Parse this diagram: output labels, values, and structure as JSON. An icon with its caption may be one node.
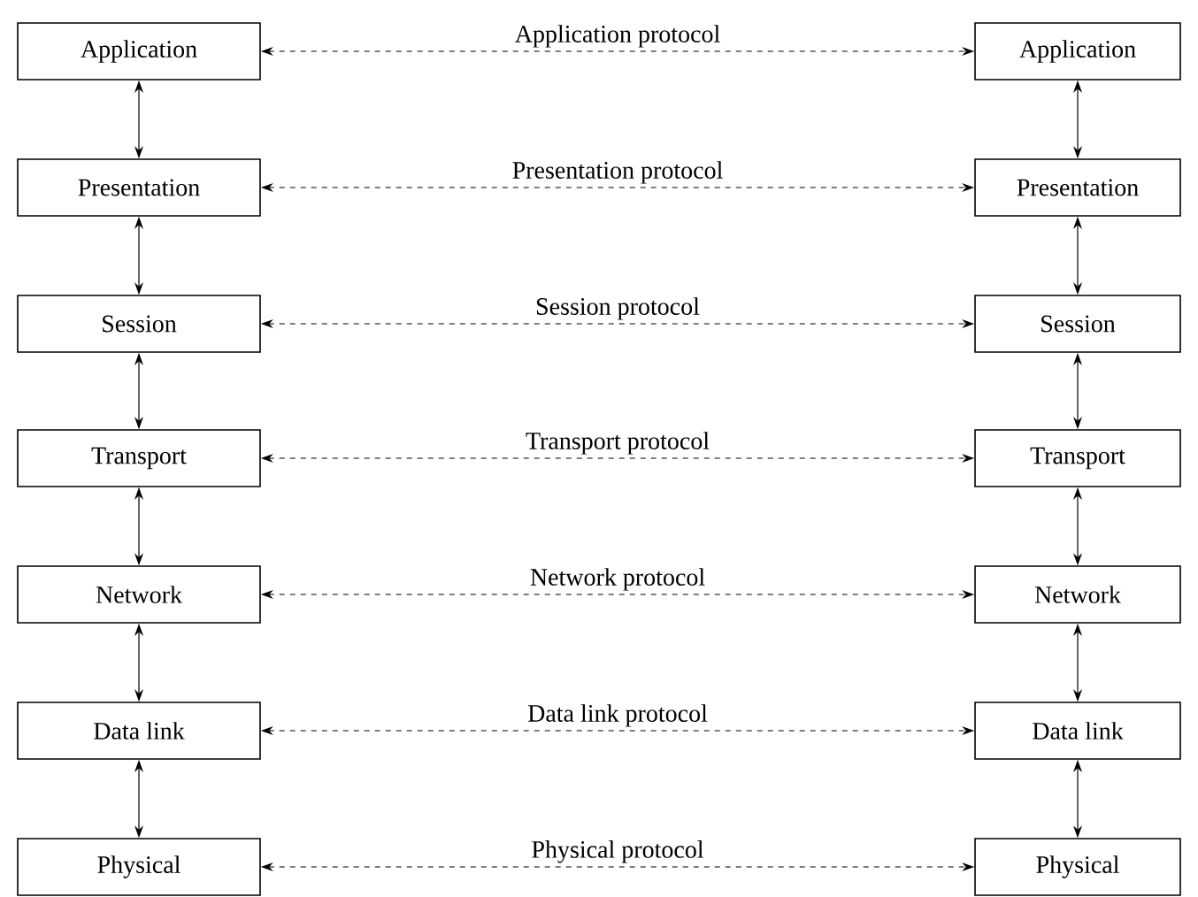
{
  "diagram": {
    "nodes": [
      {
        "text": [
          "Application"
        ]
      },
      {
        "text": [
          "Presentation"
        ]
      },
      {
        "text": [
          "Session"
        ]
      },
      {
        "text": [
          "Transport"
        ]
      },
      {
        "text": [
          "Network"
        ]
      },
      {
        "text": [
          "Data link"
        ]
      },
      {
        "text": [
          "Physical"
        ]
      },
      {
        "text": [
          "Application"
        ]
      },
      {
        "text": [
          "Presentation"
        ]
      },
      {
        "text": [
          "Session"
        ]
      },
      {
        "text": [
          "Transport"
        ]
      },
      {
        "text": [
          "Network"
        ]
      },
      {
        "text": [
          "Data link"
        ]
      },
      {
        "text": [
          "Physical"
        ]
      }
    ],
    "edges": [
      {
        "from": 0,
        "to": 7,
        "arrow": "both",
        "style": "dashed",
        "label": "Application protocol"
      },
      {
        "from": 0,
        "to": 1,
        "arrow": "both"
      },
      {
        "from": 7,
        "to": 8,
        "arrow": "both"
      },
      {
        "from": 1,
        "to": 8,
        "arrow": "both",
        "style": "dashed",
        "label": "Presentation protocol"
      },
      {
        "from": 1,
        "to": 2,
        "arrow": "both"
      },
      {
        "from": 8,
        "to": 9,
        "arrow": "both"
      },
      {
        "from": 2,
        "to": 9,
        "arrow": "both",
        "style": "dashed",
        "label": "Session protocol"
      },
      {
        "from": 2,
        "to": 3,
        "arrow": "both"
      },
      {
        "from": 9,
        "to": 10,
        "arrow": "both"
      },
      {
        "from": 3,
        "to": 10,
        "arrow": "both",
        "style": "dashed",
        "label": "Transport protocol"
      },
      {
        "from": 3,
        "to": 4,
        "arrow": "both"
      },
      {
        "from": 10,
        "to": 11,
        "arrow": "both"
      },
      {
        "from": 4,
        "to": 11,
        "arrow": "both",
        "style": "dashed",
        "label": "Network protocol"
      },
      {
        "from": 4,
        "to": 5,
        "arrow": "both"
      },
      {
        "from": 11,
        "to": 12,
        "arrow": "both"
      },
      {
        "from": 5,
        "to": 12,
        "arrow": "both",
        "style": "dashed",
        "label": "Data link protocol"
      },
      {
        "from": 5,
        "to": 6,
        "arrow": "both"
      },
      {
        "from": 12,
        "to": 13,
        "arrow": "both"
      },
      {
        "from": 6,
        "to": 13,
        "arrow": "both",
        "style": "dashed",
        "label": "Physical protocol"
      }
    ]
  }
}
